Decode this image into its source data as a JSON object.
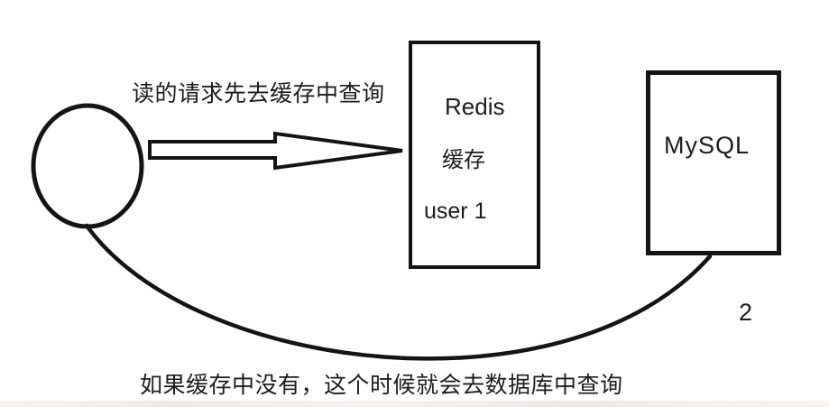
{
  "canvas": {
    "background_color": "#fefefe",
    "ink_color": "#141414",
    "text_color": "#1d1d1d"
  },
  "captions": {
    "top": "读的请求先去缓存中查询",
    "bottom": "如果缓存中没有，这个时候就会去数据库中查询"
  },
  "nodes": {
    "client": {
      "shape": "circle"
    },
    "redis": {
      "line1": "Redis",
      "line2": "缓存",
      "line3": "user 1"
    },
    "mysql": {
      "label": "MySQL"
    }
  },
  "edges": {
    "read_arrow": {
      "style": "hollow-block-arrow",
      "from": "client",
      "to": "redis"
    },
    "cache_miss_curve": {
      "style": "curved-line",
      "from": "client",
      "to": "mysql",
      "label": "2"
    }
  }
}
